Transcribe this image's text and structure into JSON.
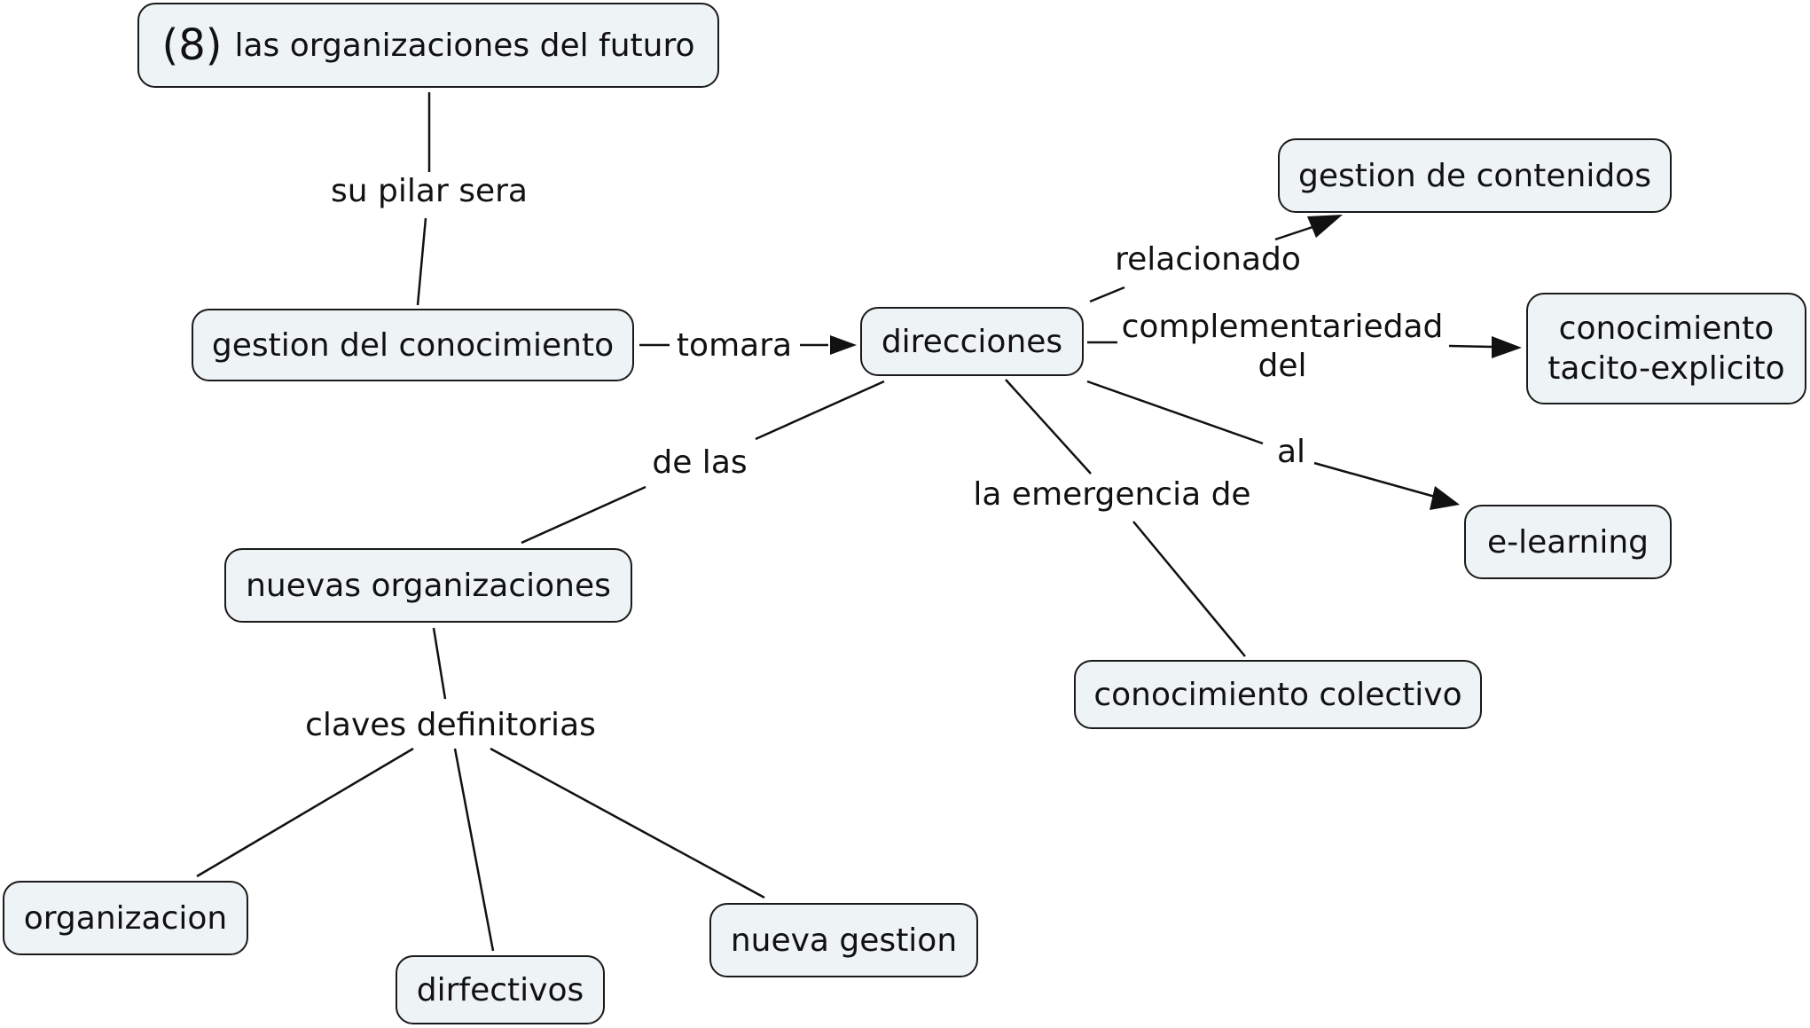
{
  "nodes": {
    "root": {
      "number": "(8)",
      "text": "las organizaciones del futuro"
    },
    "gestion_conocimiento": "gestion del conocimiento",
    "direcciones": "direcciones",
    "gestion_contenidos": "gestion de contenidos",
    "conocimiento_tacito": {
      "line1": "conocimiento",
      "line2": "tacito-explicito"
    },
    "e_learning": "e-learning",
    "nuevas_organizaciones": "nuevas organizaciones",
    "conocimiento_colectivo": "conocimiento colectivo",
    "organizacion": "organizacion",
    "dirfectivos": "dirfectivos",
    "nueva_gestion": "nueva gestion"
  },
  "links": {
    "su_pilar_sera": "su pilar sera",
    "tomara": "tomara",
    "relacionado": "relacionado",
    "complementariedad": {
      "line1": "complementariedad",
      "line2": "del"
    },
    "al": "al",
    "de_las": "de las",
    "la_emergencia_de": "la emergencia de",
    "claves_definitorias": "claves definitorias"
  },
  "colors": {
    "node_fill": "#eef3f6",
    "node_border": "#1a1a1a",
    "line": "#111111",
    "text": "#111111"
  }
}
